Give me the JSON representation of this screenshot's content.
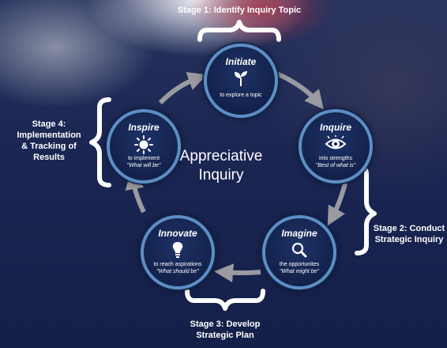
{
  "center": {
    "line1": "Appreciative",
    "line2": "Inquiry"
  },
  "nodes": {
    "initiate": {
      "title": "Initiate",
      "sub": "to explore a topic",
      "quote": ""
    },
    "inquire": {
      "title": "Inquire",
      "sub": "into strengths",
      "quote": "\"Best of what is\""
    },
    "imagine": {
      "title": "Imagine",
      "sub": "the opportunites",
      "quote": "\"What might be\""
    },
    "innovate": {
      "title": "Innovate",
      "sub": "to reach aspirations",
      "quote": "\"What should be\""
    },
    "inspire": {
      "title": "Inspire",
      "sub": "to implement",
      "quote": "\"What will be\""
    }
  },
  "stages": {
    "s1": {
      "line1": "Stage 1: Identify Inquiry Topic"
    },
    "s2": {
      "line1": "Stage 2: Conduct",
      "line2": "Strategic Inquiry"
    },
    "s3": {
      "line1": "Stage 3: Develop",
      "line2": "Strategic Plan"
    },
    "s4": {
      "line1": "Stage 4:",
      "line2": "Implementation",
      "line3": "& Tracking of",
      "line4": "Results"
    }
  },
  "icons": {
    "initiate": "sprout-icon",
    "inquire": "eye-icon",
    "imagine": "magnifier-icon",
    "innovate": "lightbulb-icon",
    "inspire": "sun-icon"
  },
  "colors": {
    "node_ring": "#5c8ec4",
    "arrow": "#9a9aa0",
    "text": "#ffffff",
    "background": "#1a2552"
  }
}
